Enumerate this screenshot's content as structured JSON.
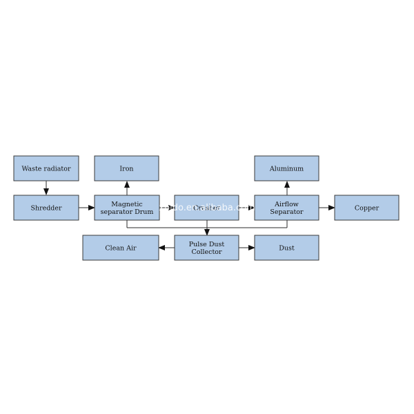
{
  "nodes": {
    "waste_radiator": {
      "lines": [
        "Waste radiator"
      ]
    },
    "iron": {
      "lines": [
        "Iron"
      ]
    },
    "aluminum": {
      "lines": [
        "Aluminum"
      ]
    },
    "shredder": {
      "lines": [
        "Shredder"
      ]
    },
    "magnetic_drum": {
      "lines": [
        "Magnetic",
        "separator Drum"
      ]
    },
    "crusher": {
      "lines": [
        "Crusher"
      ]
    },
    "airflow_separator": {
      "lines": [
        "Airflow",
        "Separator"
      ]
    },
    "copper": {
      "lines": [
        "Copper"
      ]
    },
    "clean_air": {
      "lines": [
        "Clean Air"
      ]
    },
    "pulse_dust_collector": {
      "lines": [
        "Pulse Dust",
        "Collector"
      ]
    },
    "dust": {
      "lines": [
        "Dust"
      ]
    }
  },
  "watermark": "xbjdo.en.alibaba.com"
}
